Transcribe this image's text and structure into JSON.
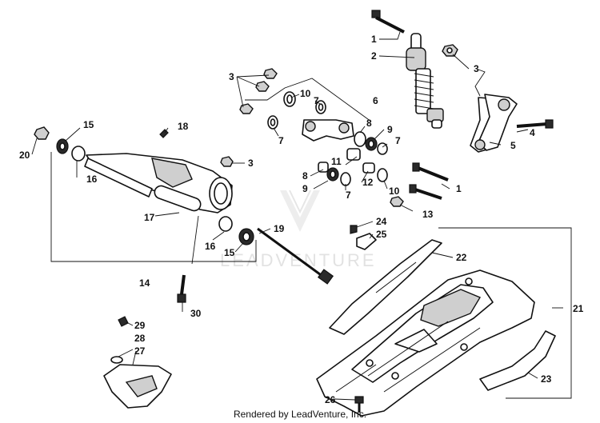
{
  "callouts": {
    "c1a": "1",
    "c2": "2",
    "c3a": "3",
    "c3b": "3",
    "c3c": "3",
    "c4": "4",
    "c5": "5",
    "c6": "6",
    "c7a": "7",
    "c7b": "7",
    "c7c": "7",
    "c7d": "7",
    "c8a": "8",
    "c8b": "8",
    "c9a": "9",
    "c9b": "9",
    "c10a": "10",
    "c10b": "10",
    "c11": "11",
    "c12": "12",
    "c1b": "1",
    "c13": "13",
    "c14": "14",
    "c15a": "15",
    "c15b": "15",
    "c16a": "16",
    "c16b": "16",
    "c17": "17",
    "c18": "18",
    "c19": "19",
    "c20": "20",
    "c21": "21",
    "c22": "22",
    "c23": "23",
    "c24": "24",
    "c25": "25",
    "c26": "26",
    "c27": "27",
    "c28": "28",
    "c29": "29",
    "c30": "30"
  },
  "watermark": "LEADVENTURE",
  "credit": "Rendered by LeadVenture, Inc."
}
